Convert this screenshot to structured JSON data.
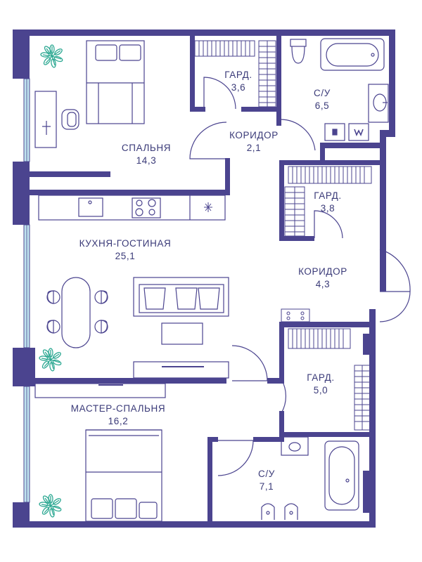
{
  "colors": {
    "wall": "#4b448f",
    "line": "#4b448f",
    "window": "#bfe3ef",
    "plant": "#2ca892",
    "text": "#3a3a78"
  },
  "rooms": [
    {
      "id": "bedroom",
      "name": "СПАЛЬНЯ",
      "area": "14,3"
    },
    {
      "id": "wardrobe1",
      "name": "ГАРД.",
      "area": "3,6"
    },
    {
      "id": "bath1",
      "name": "С/У",
      "area": "6,5"
    },
    {
      "id": "corridor1",
      "name": "КОРИДОР",
      "area": "2,1"
    },
    {
      "id": "wardrobe2",
      "name": "ГАРД.",
      "area": "3,8"
    },
    {
      "id": "kitchen",
      "name": "КУХНЯ-ГОСТИНАЯ",
      "area": "25,1"
    },
    {
      "id": "corridor2",
      "name": "КОРИДОР",
      "area": "4,3"
    },
    {
      "id": "wardrobe3",
      "name": "ГАРД.",
      "area": "5,0"
    },
    {
      "id": "master",
      "name": "МАСТЕР-СПАЛЬНЯ",
      "area": "16,2"
    },
    {
      "id": "bath2",
      "name": "С/У",
      "area": "7,1"
    }
  ],
  "icons": {
    "plant": "plant-icon",
    "bed": "bed-icon",
    "sofa": "sofa-icon",
    "bathtub": "bathtub-icon",
    "toilet": "toilet-icon",
    "sink": "sink-icon",
    "stove": "stove-icon",
    "dining-table": "dining-table-icon",
    "desk": "desk-icon",
    "chair": "chair-icon",
    "wardrobe": "wardrobe-icon",
    "washer": "washer-icon",
    "tv": "tv-icon",
    "door": "door-swing-icon"
  }
}
